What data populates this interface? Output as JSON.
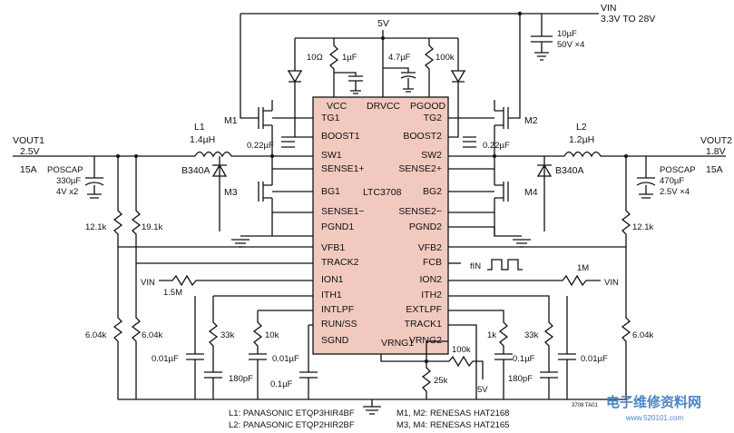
{
  "chip": {
    "name": "LTC3708",
    "top_pins": [
      "VCC",
      "DRVCC",
      "PGOOD"
    ],
    "left_pins": [
      "TG1",
      "BOOST1",
      "SW1",
      "SENSE1+",
      "BG1",
      "SENSE1−",
      "PGND1",
      "VFB1",
      "TRACK2",
      "ION1",
      "ITH1",
      "INTLPF",
      "RUN/SS",
      "SGND"
    ],
    "right_pins": [
      "TG2",
      "BOOST2",
      "SW2",
      "SENSE2+",
      "BG2",
      "SENSE2−",
      "PGND2",
      "VFB2",
      "FCB",
      "ION2",
      "ITH2",
      "EXTLPF",
      "TRACK1",
      "VRNG2"
    ],
    "bottom_pin": "VRNG1",
    "color": "#f1c9bf"
  },
  "input": {
    "label": "VIN",
    "range": "3.3V TO 28V",
    "cap_value": "10µF",
    "cap_rating": "50V ×4"
  },
  "supply_5v": "5V",
  "top_parts": {
    "r_vcc": "10Ω",
    "c_vcc": "1µF",
    "c_drvcc": "4.7µF",
    "r_pgood": "100k"
  },
  "channel1": {
    "out_label": "VOUT1",
    "voltage": "2.5V",
    "current": "15A",
    "inductor": "L1",
    "inductor_value": "1.4µH",
    "cap_type": "POSCAP",
    "cap_value": "330µF",
    "cap_count": "4V x2",
    "diode": "B340A",
    "boost_cap": "0.22µF",
    "high_fet": "M1",
    "low_fet": "M3",
    "r_fb_top": "12.1k",
    "r_fb_bottom": "6.04k",
    "r_track_top": "19.1k",
    "r_track_bottom": "6.04k",
    "r_ion": "1.5M",
    "ion_src": "VIN",
    "r_ith": "33k",
    "c_ith": "180pF",
    "c_ith2": "0.01µF",
    "r_intlpf": "10k",
    "c_intlpf": "0.01µF",
    "c_run": "0.1µF"
  },
  "channel2": {
    "out_label": "VOUT2",
    "voltage": "1.8V",
    "current": "15A",
    "inductor": "L2",
    "inductor_value": "1.2µH",
    "cap_type": "POSCAP",
    "cap_value": "470µF",
    "cap_count": "2.5V ×4",
    "diode": "B340A",
    "boost_cap": "0.22µF",
    "high_fet": "M2",
    "low_fet": "M4",
    "r_fb_top": "12.1k",
    "r_fb_bottom": "6.04k",
    "r_ion": "1M",
    "ion_src": "VIN",
    "r_ith": "33k",
    "c_ith": "180pF",
    "c_ith2": "0.01µF",
    "r_ext": "1k",
    "c_ext": "0.1µF",
    "r_vrng_top": "100k",
    "r_vrng_bottom": "25k",
    "vrng_src": "5V",
    "fcb_input": "fIN"
  },
  "notes": [
    "L1: PANASONIC ETQP3HIR4BF",
    "L2: PANASONIC ETQP2HIR2BF",
    "M1, M2: RENESAS HAT2168",
    "M3, M4: RENESAS HAT2165"
  ],
  "figure_code": "3708 TA01",
  "watermark": {
    "brand": "电子维修资料网",
    "url": "www.520101.com",
    "color": "#4a86c5"
  }
}
